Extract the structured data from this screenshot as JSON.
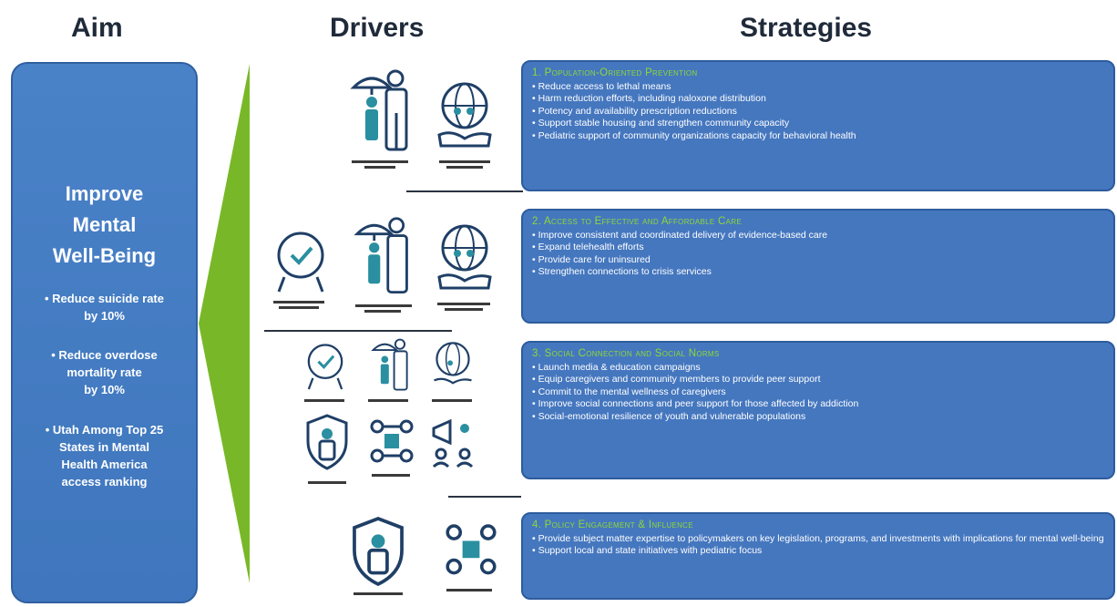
{
  "headers": {
    "aim": "Aim",
    "drivers": "Drivers",
    "strategies": "Strategies"
  },
  "aim": {
    "title_line1": "Improve",
    "title_line2": "Mental",
    "title_line3": "Well-Being",
    "goals": [
      {
        "line1": "• Reduce suicide rate",
        "line2": "by 10%",
        "line3": "",
        "line4": ""
      },
      {
        "line1": "• Reduce overdose",
        "line2": "mortality rate",
        "line3": "by 10%",
        "line4": ""
      },
      {
        "line1": "• Utah Among Top 25",
        "line2": "States in Mental",
        "line3": "Health America",
        "line4": "access ranking"
      }
    ]
  },
  "strategies": [
    {
      "title": "1. Population-Oriented Prevention",
      "items": [
        "Reduce access to lethal means",
        "Harm reduction efforts, including naloxone distribution",
        "Potency and availability prescription reductions",
        "Support stable housing and strengthen community capacity",
        "Pediatric support of community organizations capacity for behavioral health"
      ]
    },
    {
      "title": "2. Access to Effective and Affordable Care",
      "items": [
        "Improve consistent and coordinated delivery of evidence-based care",
        "Expand telehealth efforts",
        "Provide care for uninsured",
        "Strengthen connections to crisis services"
      ]
    },
    {
      "title": "3. Social Connection and Social Norms",
      "items": [
        "Launch media & education campaigns",
        "Equip caregivers and community members to provide peer support",
        "Commit to the mental wellness of caregivers",
        "Improve social connections and peer support for those affected by addiction",
        "Social-emotional resilience of youth and vulnerable populations"
      ]
    },
    {
      "title": "4. Policy Engagement & Influence",
      "items": [
        "Provide subject matter expertise to policymakers on key legislation, programs, and investments with implications for mental well-being",
        "Support local and state initiatives with pediatric focus"
      ]
    }
  ],
  "colors": {
    "panel": "#4577bf",
    "accent": "#8ed836",
    "funnel": "#78b828",
    "icon": "#1f3f66",
    "icon_accent": "#2a8fa0"
  }
}
